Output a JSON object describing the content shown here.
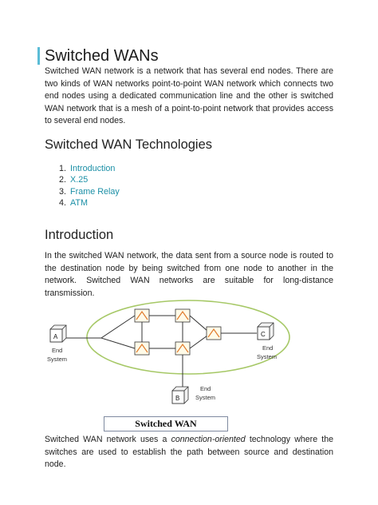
{
  "title": "Switched WANs",
  "intro_paragraph": "Switched WAN network is a network that has several end nodes. There are two kinds of WAN networks point-to-point WAN network which connects two end nodes using a dedicated communication line and the other is switched WAN network that is a mesh of a point-to-point network that provides access to several end nodes.",
  "technologies_heading": "Switched WAN Technologies",
  "toc": [
    {
      "num": "1.",
      "label": "Introduction"
    },
    {
      "num": "2.",
      "label": "X.25"
    },
    {
      "num": "3.",
      "label": "Frame Relay"
    },
    {
      "num": "4.",
      "label": "ATM"
    }
  ],
  "introduction_heading": "Introduction",
  "introduction_paragraph": "In the switched WAN network, the data sent from a source node is routed to the destination node by being switched from one node to another in the network. Switched WAN networks are suitable for long-distance transmission.",
  "diagram": {
    "node_a": "A",
    "node_b": "B",
    "node_c": "C",
    "end_label": "End",
    "system_label": "System",
    "caption": "Switched WAN"
  },
  "closing": {
    "before": "Switched WAN network uses a ",
    "emphasis": "connection-oriented",
    "after": " technology where the switches are used to establish the path between source and destination node."
  },
  "colors": {
    "accent_bar": "#5bbcd6",
    "link": "#1a8fa6",
    "ellipse_stroke": "#a6c866",
    "switch_icon": "#e07a2a",
    "switch_fill": "#fffbe8"
  }
}
